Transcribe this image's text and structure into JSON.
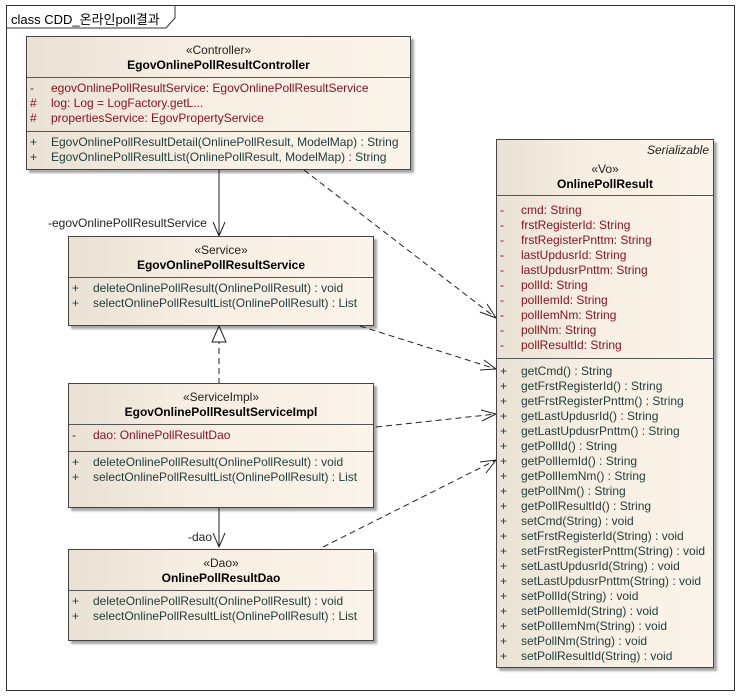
{
  "frame": {
    "title": "class CDD_온라인poll결과"
  },
  "classes": {
    "controller": {
      "stereotype": "«Controller»",
      "name": "EgovOnlinePollResultController",
      "attributes": [
        {
          "vis": "-",
          "text": "egovOnlinePollResultService:  EgovOnlinePollResultService"
        },
        {
          "vis": "#",
          "text": "log:  Log = LogFactory.getL..."
        },
        {
          "vis": "#",
          "text": "propertiesService:  EgovPropertyService"
        }
      ],
      "operations": [
        {
          "vis": "+",
          "text": "EgovOnlinePollResultDetail(OnlinePollResult, ModelMap) : String"
        },
        {
          "vis": "+",
          "text": "EgovOnlinePollResultList(OnlinePollResult, ModelMap) : String"
        }
      ]
    },
    "service": {
      "stereotype": "«Service»",
      "name": "EgovOnlinePollResultService",
      "operations": [
        {
          "vis": "+",
          "text": "deleteOnlinePollResult(OnlinePollResult) : void"
        },
        {
          "vis": "+",
          "text": "selectOnlinePollResultList(OnlinePollResult) : List"
        }
      ]
    },
    "serviceImpl": {
      "stereotype": "«ServiceImpl»",
      "name": "EgovOnlinePollResultServiceImpl",
      "attributes": [
        {
          "vis": "-",
          "text": "dao:  OnlinePollResultDao"
        }
      ],
      "operations": [
        {
          "vis": "+",
          "text": "deleteOnlinePollResult(OnlinePollResult) : void"
        },
        {
          "vis": "+",
          "text": "selectOnlinePollResultList(OnlinePollResult) : List"
        }
      ]
    },
    "dao": {
      "stereotype": "«Dao»",
      "name": "OnlinePollResultDao",
      "operations": [
        {
          "vis": "+",
          "text": "deleteOnlinePollResult(OnlinePollResult) : void"
        },
        {
          "vis": "+",
          "text": "selectOnlinePollResultList(OnlinePollResult) : List"
        }
      ]
    },
    "vo": {
      "interface": "Serializable",
      "stereotype": "«Vo»",
      "name": "OnlinePollResult",
      "attributes": [
        {
          "vis": "-",
          "text": "cmd:  String"
        },
        {
          "vis": "-",
          "text": "frstRegisterId:  String"
        },
        {
          "vis": "-",
          "text": "frstRegisterPnttm:  String"
        },
        {
          "vis": "-",
          "text": "lastUpdusrId:  String"
        },
        {
          "vis": "-",
          "text": "lastUpdusrPnttm:  String"
        },
        {
          "vis": "-",
          "text": "pollId:  String"
        },
        {
          "vis": "-",
          "text": "pollIemId:  String"
        },
        {
          "vis": "-",
          "text": "pollIemNm:  String"
        },
        {
          "vis": "-",
          "text": "pollNm:  String"
        },
        {
          "vis": "-",
          "text": "pollResultId:  String"
        }
      ],
      "operations": [
        {
          "vis": "+",
          "text": "getCmd() : String"
        },
        {
          "vis": "+",
          "text": "getFrstRegisterId() : String"
        },
        {
          "vis": "+",
          "text": "getFrstRegisterPnttm() : String"
        },
        {
          "vis": "+",
          "text": "getLastUpdusrId() : String"
        },
        {
          "vis": "+",
          "text": "getLastUpdusrPnttm() : String"
        },
        {
          "vis": "+",
          "text": "getPollId() : String"
        },
        {
          "vis": "+",
          "text": "getPollIemId() : String"
        },
        {
          "vis": "+",
          "text": "getPollIemNm() : String"
        },
        {
          "vis": "+",
          "text": "getPollNm() : String"
        },
        {
          "vis": "+",
          "text": "getPollResultId() : String"
        },
        {
          "vis": "+",
          "text": "setCmd(String) : void"
        },
        {
          "vis": "+",
          "text": "setFrstRegisterId(String) : void"
        },
        {
          "vis": "+",
          "text": "setFrstRegisterPnttm(String) : void"
        },
        {
          "vis": "+",
          "text": "setLastUpdusrId(String) : void"
        },
        {
          "vis": "+",
          "text": "setLastUpdusrPnttm(String) : void"
        },
        {
          "vis": "+",
          "text": "setPollId(String) : void"
        },
        {
          "vis": "+",
          "text": "setPollIemId(String) : void"
        },
        {
          "vis": "+",
          "text": "setPollIemNm(String) : void"
        },
        {
          "vis": "+",
          "text": "setPollNm(String) : void"
        },
        {
          "vis": "+",
          "text": "setPollResultId(String) : void"
        }
      ]
    }
  },
  "links": {
    "controllerToService": {
      "role": "-egovOnlinePollResultService",
      "type": "association"
    },
    "implToDao": {
      "role": "-dao",
      "type": "association"
    },
    "implRealizesService": {
      "type": "realization"
    },
    "dependenciesToVo": {
      "type": "dependency"
    }
  },
  "colors": {
    "attribute": "#8b0f1e",
    "operation": "#1e3c3c",
    "classFill": "#f6eee2",
    "border": "#444444"
  }
}
